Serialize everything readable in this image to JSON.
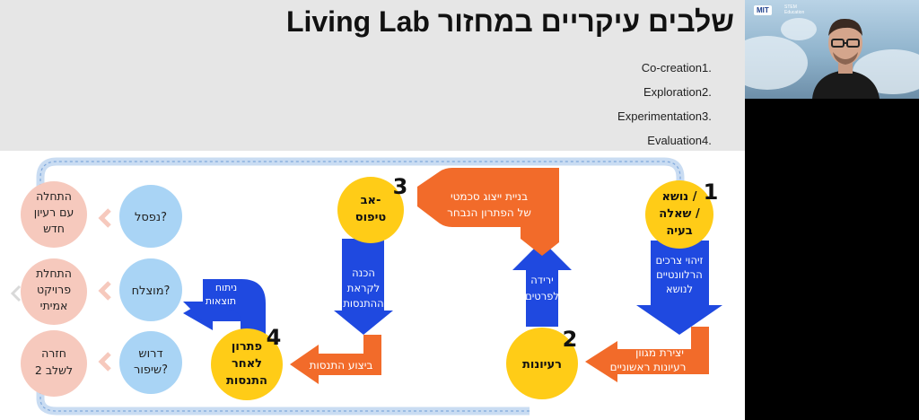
{
  "slide": {
    "title": "שלבים עיקריים במחזור Living Lab",
    "steps": [
      {
        "num": "1.",
        "label": "Co-creation"
      },
      {
        "num": "2.",
        "label": "Exploration"
      },
      {
        "num": "3.",
        "label": "Experimentation"
      },
      {
        "num": "4.",
        "label": "Evaluation"
      }
    ]
  },
  "diagram": {
    "nodes": {
      "topic": {
        "number": "1",
        "lines": [
          "נושא /",
          "שאלה /",
          "בעיה"
        ]
      },
      "ideas": {
        "number": "2",
        "lines": [
          "רעיונות"
        ]
      },
      "prototype": {
        "number": "3",
        "lines": [
          "אב-",
          "טיפוס"
        ]
      },
      "solution": {
        "number": "4",
        "lines": [
          "פתרון",
          "לאחר",
          "התנסות"
        ]
      }
    },
    "arrows": {
      "identify_needs": [
        "זיהוי צרכים",
        "הרלוונטיים",
        "לנושא"
      ],
      "create_ideas": [
        "יצירת מגוון",
        "רעיונות ראשוניים"
      ],
      "details": [
        "ירידה",
        "לפרטים"
      ],
      "build_model": [
        "בניית ייצוג סכמטי",
        "של הפתרון הנבחר"
      ],
      "prepare": [
        "הכנה",
        "לקראת",
        "ההתנסות"
      ],
      "execute": [
        "ביצוע התנסות"
      ],
      "analyze": [
        "ניתוח",
        "תוצאות"
      ]
    },
    "questions": {
      "failed": "נפסל?",
      "succeeded": "מוצלח?",
      "improve": [
        "דרוש",
        "שיפור?"
      ]
    },
    "outcomes": {
      "new_idea": [
        "התחלה",
        "עם רעיון",
        "חדש"
      ],
      "real_project": [
        "התחלת",
        "פרויקט",
        "אמיתי"
      ],
      "back_to_2": [
        "חזרה",
        "לשלב 2"
      ]
    }
  },
  "video": {
    "logo": "MIT",
    "logo_small": [
      "STEM",
      "Education"
    ]
  },
  "colors": {
    "yellow": "#ffcc17",
    "blue": "#1f49e0",
    "orange": "#f26b2a",
    "light_blue": "#a9d4f5",
    "pink": "#f6c9bd",
    "loop": "#c9dcf2"
  }
}
